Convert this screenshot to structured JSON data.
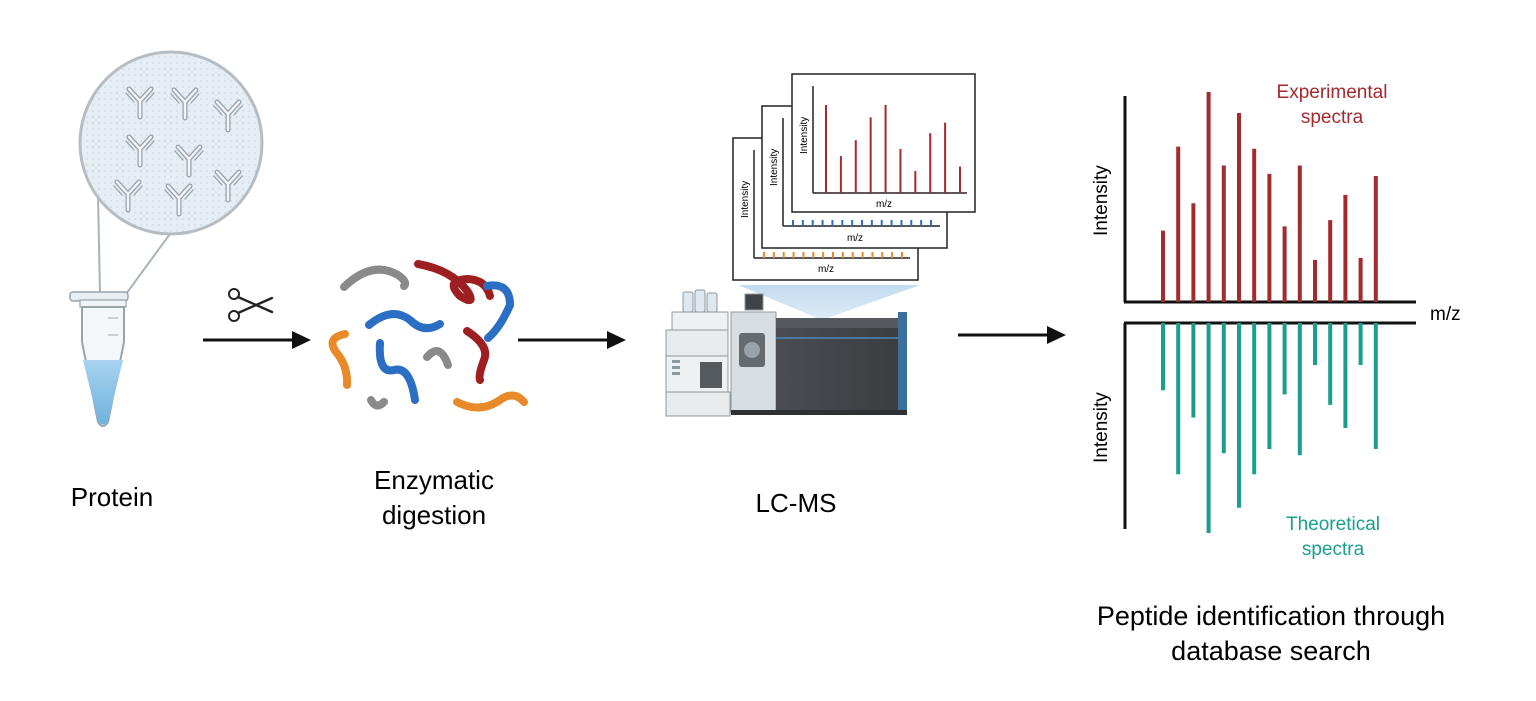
{
  "steps": {
    "protein": {
      "label": "Protein"
    },
    "digestion": {
      "label_line1": "Enzymatic",
      "label_line2": "digestion"
    },
    "lcms": {
      "label": "LC-MS",
      "spectra_cards": [
        {
          "ylabel": "Intensity",
          "xlabel": "m/z"
        },
        {
          "ylabel": "Intensity",
          "xlabel": "m/z"
        },
        {
          "ylabel": "Intensity",
          "xlabel": "m/z"
        }
      ]
    },
    "search": {
      "caption_line1": "Peptide identification through",
      "caption_line2": "database search"
    }
  },
  "colors": {
    "experimental": "#a32a2e",
    "theoretical": "#1a9e8e",
    "peptide_blue": "#2a6fc4",
    "peptide_orange": "#e88a2a",
    "peptide_gray": "#8a8a8a",
    "peptide_red": "#9e1f22",
    "arrow": "#111111"
  },
  "chart_data": {
    "type": "bar",
    "xlabel": "m/z",
    "ylabel_top": "Intensity",
    "ylabel_bottom": "Intensity",
    "series": [
      {
        "name": "Experimental spectra",
        "name_line1": "Experimental",
        "name_line2": "spectra",
        "values": [
          0.34,
          0.74,
          0.47,
          1.0,
          0.65,
          0.9,
          0.73,
          0.61,
          0.36,
          0.65,
          0.2,
          0.39,
          0.51,
          0.21,
          0.6
        ]
      },
      {
        "name": "Theoretical spectra",
        "name_line1": "Theoretical",
        "name_line2": "spectra",
        "values": [
          0.32,
          0.72,
          0.45,
          1.0,
          0.62,
          0.88,
          0.72,
          0.6,
          0.34,
          0.63,
          0.2,
          0.39,
          0.5,
          0.2,
          0.6
        ]
      }
    ]
  }
}
